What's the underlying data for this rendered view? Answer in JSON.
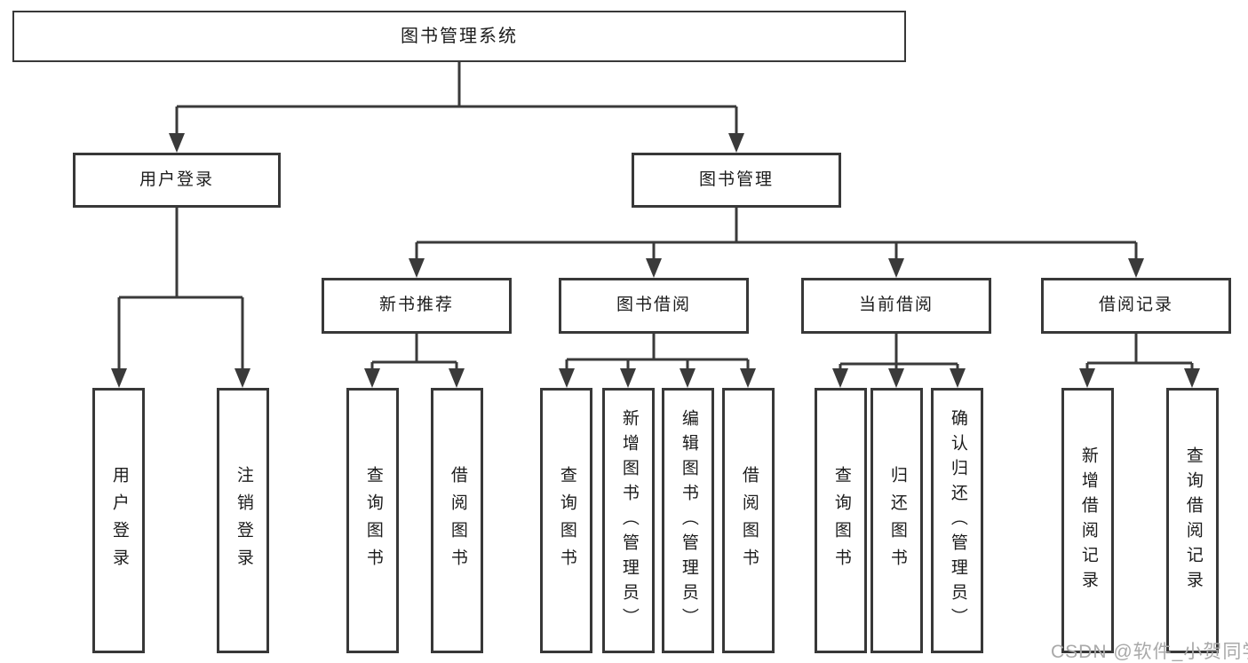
{
  "root_label": "图书管理系统",
  "user_login": {
    "label": "用户登录",
    "children": [
      "用户登录",
      "注销登录"
    ]
  },
  "book_management": {
    "label": "图书管理",
    "sections": [
      {
        "label": "新书推荐",
        "children": [
          "查询图书",
          "借阅图书"
        ]
      },
      {
        "label": "图书借阅",
        "children": [
          "查询图书",
          "新增图书（管理员）",
          "编辑图书（管理员）",
          "借阅图书"
        ]
      },
      {
        "label": "当前借阅",
        "children": [
          "查询图书",
          "归还图书",
          "确认归还（管理员）"
        ]
      },
      {
        "label": "借阅记录",
        "children": [
          "新增借阅记录",
          "查询借阅记录"
        ]
      }
    ]
  },
  "watermark": "CSDN @软件_小贺同学",
  "colors": {
    "line": "#3a3a3a",
    "box_border": "#383838",
    "text": "#1c1c1c",
    "watermark": "#a9a9a9",
    "background": "#ffffff"
  }
}
